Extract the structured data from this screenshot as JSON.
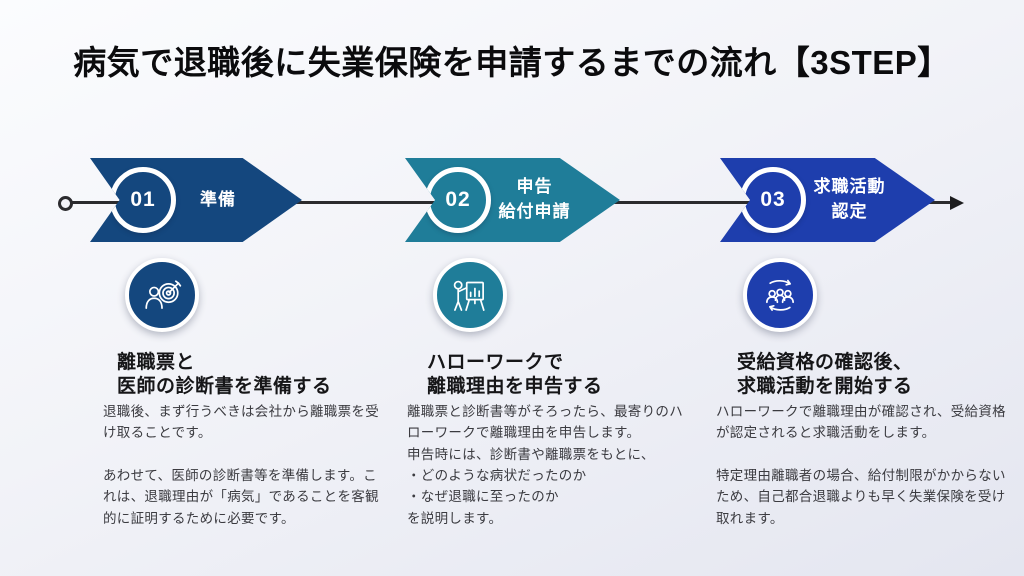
{
  "title": "病気で退職後に失業保険を申請するまでの流れ【3STEP】",
  "colors": {
    "step1": "#14477e",
    "step2": "#1f7d99",
    "step3": "#1e3ead",
    "timeline": "#2b2b2e",
    "background_top": "#fbfcfe",
    "background_bottom": "#e4e6f0",
    "text": "#161618"
  },
  "steps": [
    {
      "number": "01",
      "banner_label": "準備",
      "icon": "person-target-icon",
      "heading": "離職票と\n医師の診断書を準備する",
      "body": "退職後、まず行うべきは会社から離職票を受け取ることです。\n\nあわせて、医師の診断書等を準備します。これは、退職理由が「病気」であることを客観的に証明するために必要です。"
    },
    {
      "number": "02",
      "banner_label": "申告\n給付申請",
      "icon": "presentation-icon",
      "heading": "ハローワークで\n離職理由を申告する",
      "body": "離職票と診断書等がそろったら、最寄りのハローワークで離職理由を申告します。\n申告時には、診断書や離職票をもとに、\n・どのような病状だったのか\n・なぜ退職に至ったのか\nを説明します。"
    },
    {
      "number": "03",
      "banner_label": "求職活動\n認定",
      "icon": "people-cycle-icon",
      "heading": "受給資格の確認後、\n求職活動を開始する",
      "body": "ハローワークで離職理由が確認され、受給資格が認定されると求職活動をします。\n\n特定理由離職者の場合、給付制限がかからないため、自己都合退職よりも早く失業保険を受け取れます。"
    }
  ]
}
